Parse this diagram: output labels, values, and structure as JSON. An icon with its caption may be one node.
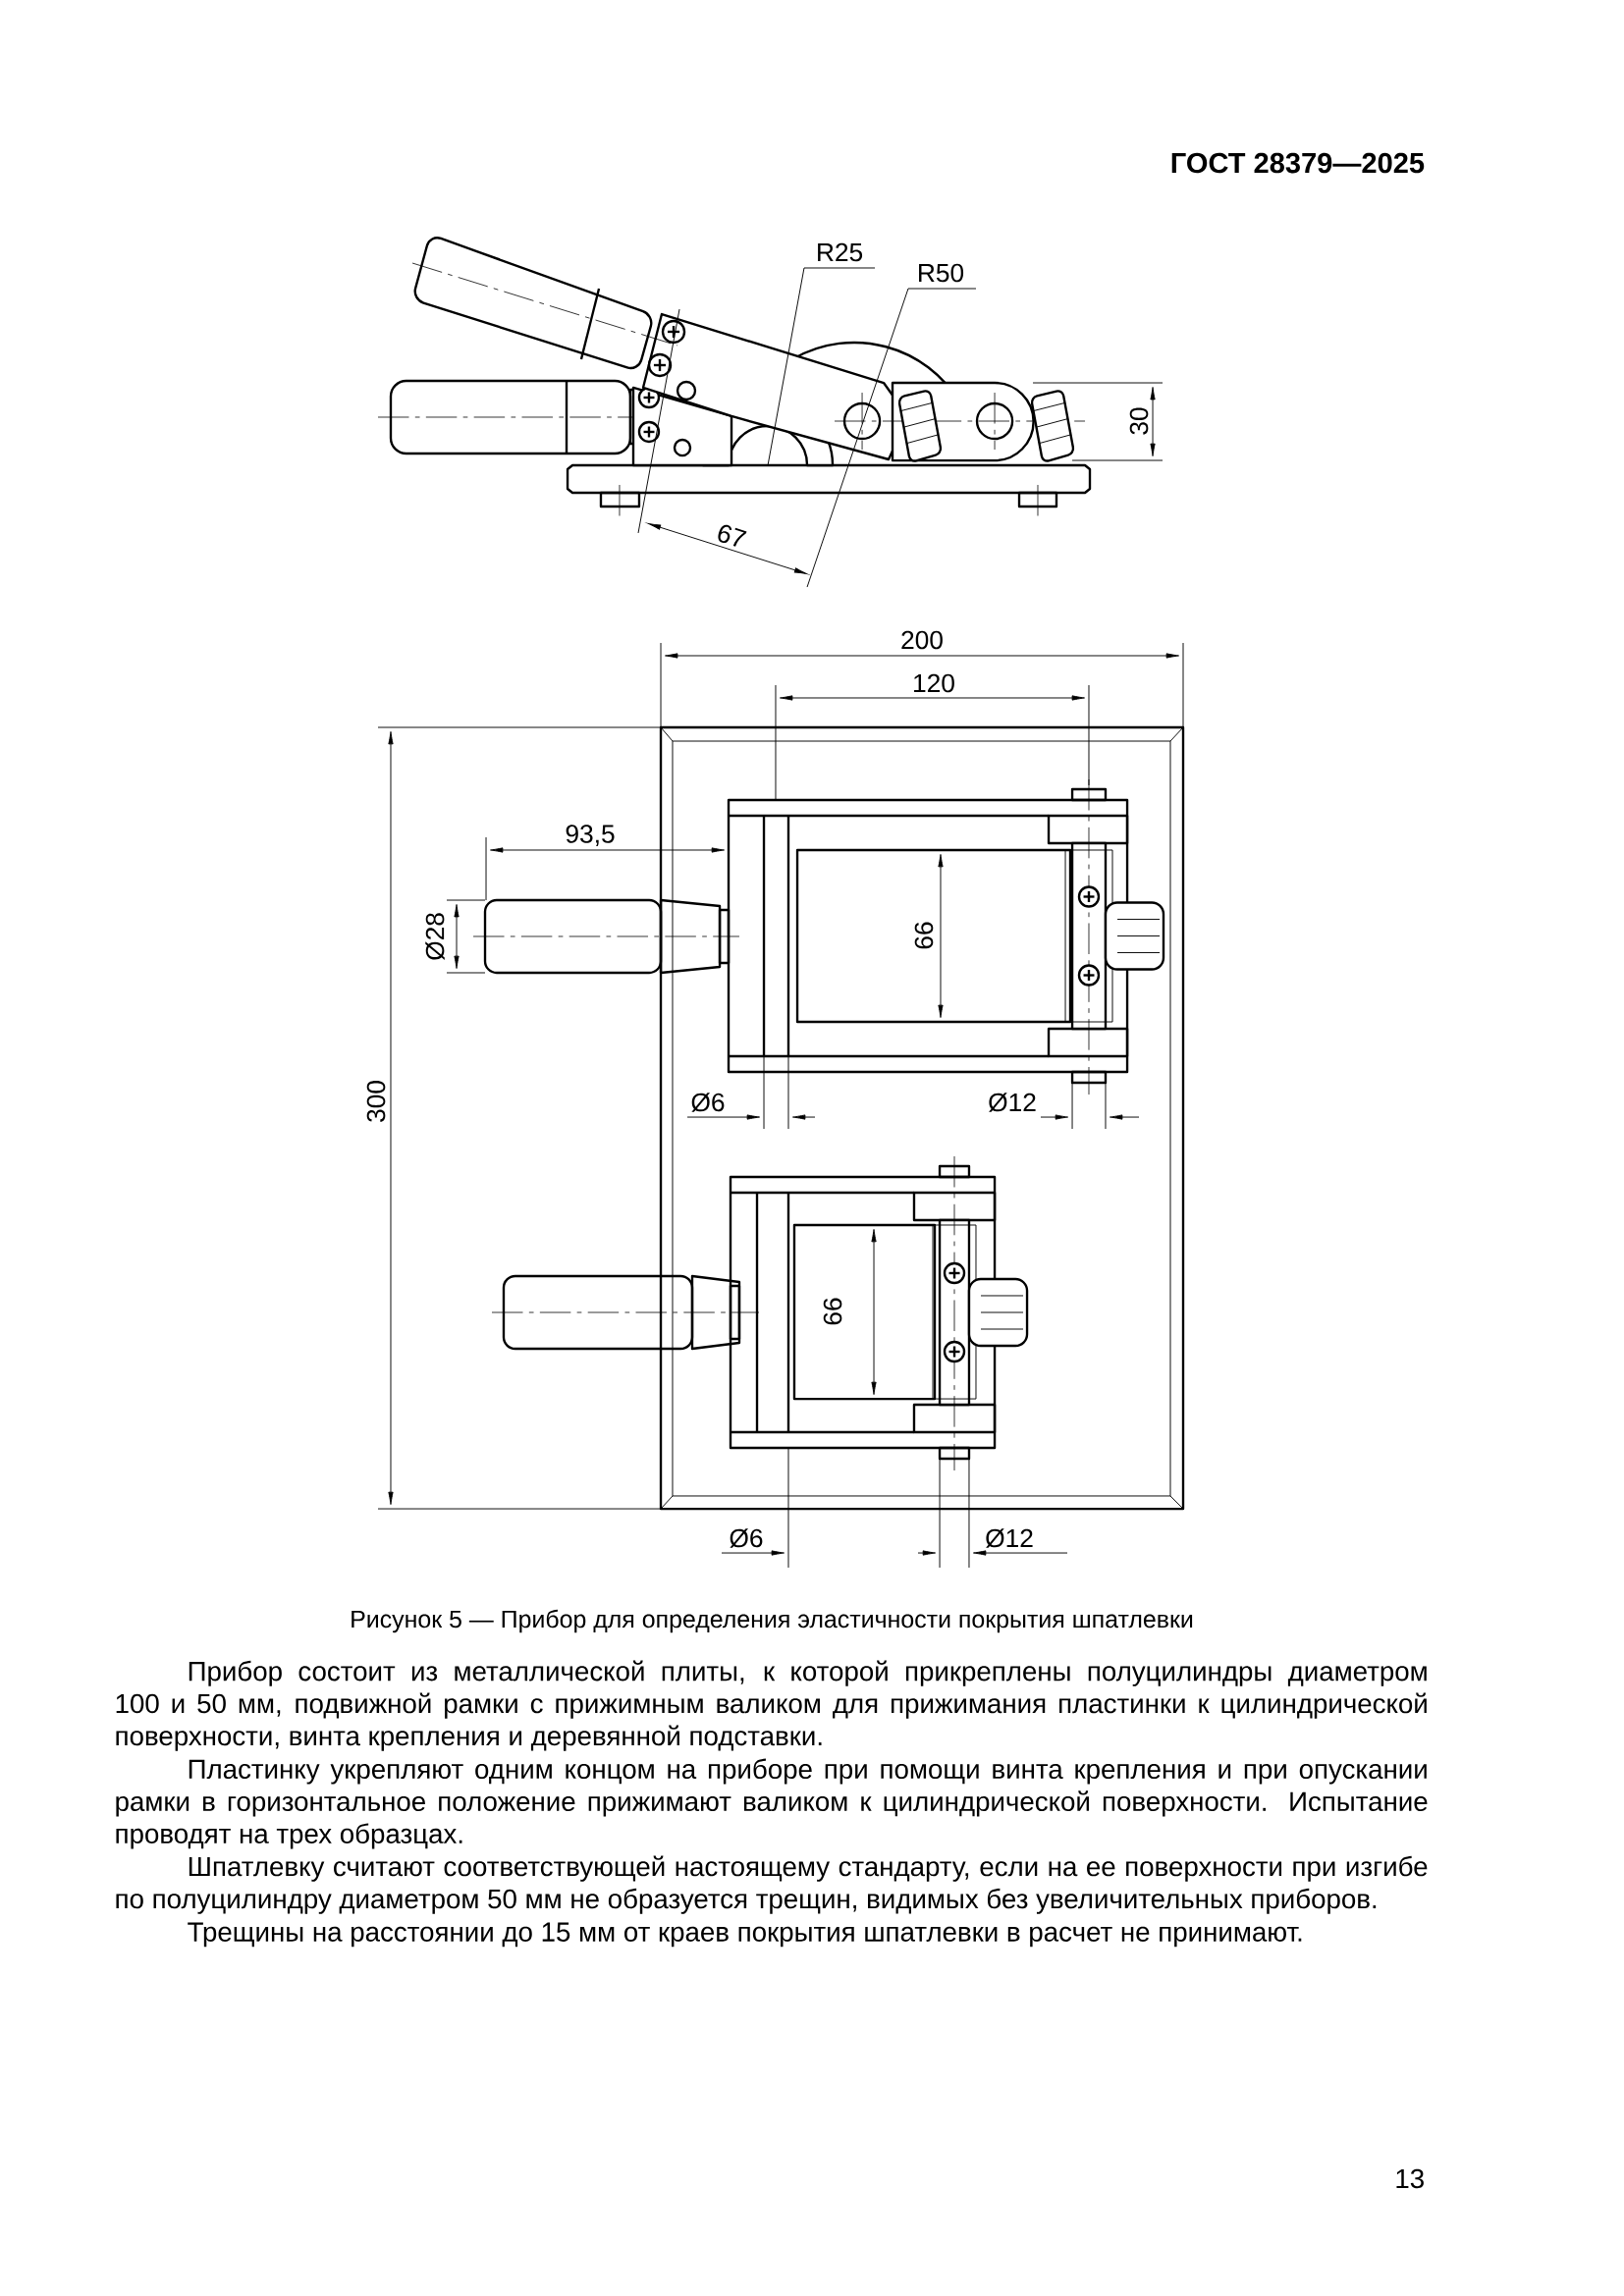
{
  "diagram": {
    "caption": "Рисунок 5 — Прибор для определения эластичности покрытия шпатлевки",
    "labels": [
      "ГОСТ 28379—2025",
      "R25",
      "R50",
      "30",
      "67",
      "200",
      "120",
      "93,5",
      "Ø28",
      "66",
      "300",
      "Ø6",
      "Ø12",
      "66",
      "Ø6",
      "Ø12",
      "Прибор состоит из металлической плиты, к которой прикреплены полуцилиндры диаметром 100 и 50 мм, подвижной рамки с прижимным валиком для прижимания пластинки к цилиндрической поверхности, винта крепления и деревянной подставки.",
      "Пластинку укрепляют одним концом на приборе при помощи винта крепления и при опускании рамки в горизонтальное положение прижимают валиком к цилиндрической поверхности. Испытание проводят на трех образцах.",
      "Шпатлевку считают соответствующей настоящему стандарту, если на ее поверхности при изгибе по полуцилиндру диаметром 50 мм не образуется трещин, видимых без увеличительных приборов.",
      "Трещины на расстоянии до 15 мм от краев покрытия шпатлевки в расчет не принимают.",
      "13"
    ]
  }
}
